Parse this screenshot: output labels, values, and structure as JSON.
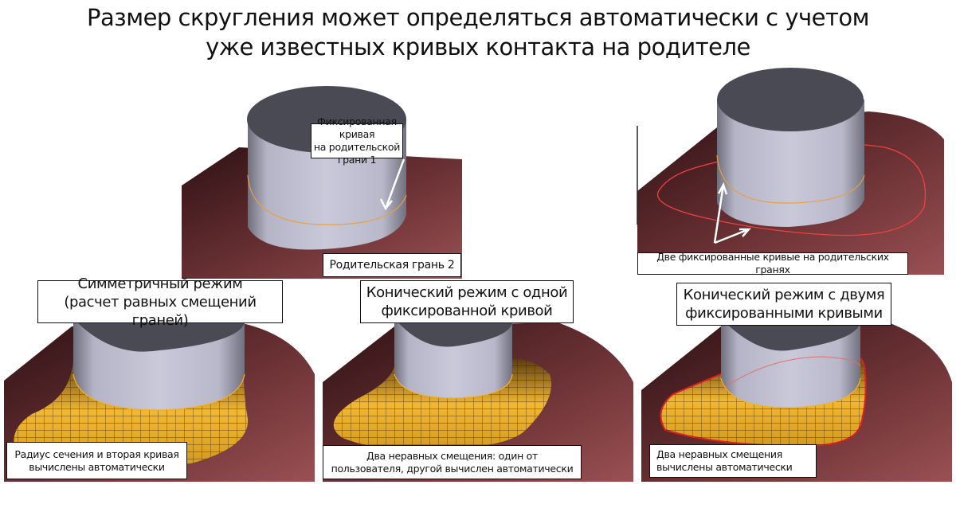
{
  "title": {
    "line1": "Размер скругления может определяться автоматически с учетом",
    "line2": "уже известных кривых контакта на родителе"
  },
  "top_left": {
    "callout_line1": "Фиксированная кривая",
    "callout_line2": "на родительской грани 1",
    "face_label": "Родительская грань 2"
  },
  "top_right": {
    "callout": "Две фиксированные кривые на родительских гранях"
  },
  "panels": [
    {
      "title_line1": "Симметричный режим",
      "title_line2": "(расчет равных смещений граней)",
      "note_line1": "Радиус сечения и вторая кривая",
      "note_line2": "вычислены автоматически"
    },
    {
      "title_line1": "Конический режим с одной",
      "title_line2": "фиксированной кривой",
      "note_line1": "Два неравных смещения: один от",
      "note_line2": "пользователя, другой вычислен автоматически"
    },
    {
      "title_line1": "Конический режим с двумя",
      "title_line2": "фиксированными кривыми",
      "note_line1": "Два неравных смещения",
      "note_line2": "вычислены автоматически"
    }
  ],
  "colors": {
    "plate_dark": "#3a1619",
    "plate_light": "#8e484b",
    "fillet": "#f0b030",
    "contact_curve": "#e8a040",
    "fixed_curve": "#e03030"
  }
}
